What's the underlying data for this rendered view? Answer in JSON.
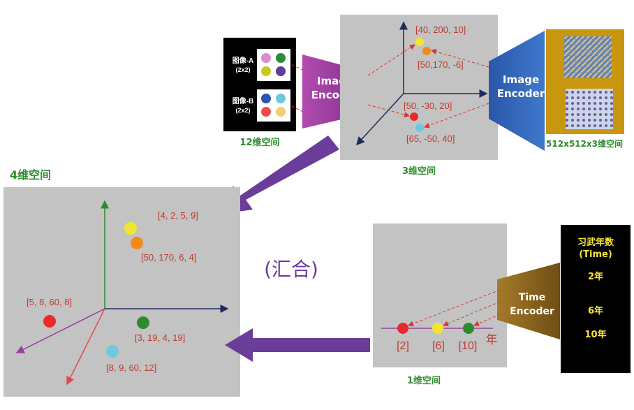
{
  "spaces": {
    "space_12d": "12维空间",
    "space_3d": "3维空间",
    "space_pixel": "512x512x3维空间",
    "space_4d": "4维空间",
    "space_1d": "1维空间"
  },
  "images": {
    "a_label": "图像-A",
    "a_size": "(2x2)",
    "b_label": "图像-B",
    "b_size": "(2x2)"
  },
  "encoders": {
    "image_encoder_left_1": "Image",
    "image_encoder_left_2": "Encoder",
    "image_encoder_right_1": "Image",
    "image_encoder_right_2": "Encoder",
    "time_encoder_1": "Time",
    "time_encoder_2": "Encoder"
  },
  "coords_3d": {
    "yellow": "[40, 200, 10]",
    "orange": "[50,170, -6]",
    "red": "[50, -30, 20]",
    "cyan": "[65, -50, 40]"
  },
  "coords_4d": {
    "yellow": "[4, 2, 5, 9]",
    "orange": "[50, 170, 6, 4]",
    "red": "[5, 8, 60, 8]",
    "green": "[3, 19, 4, 19]",
    "cyan": "[8, 9, 60, 12]"
  },
  "merge_label": "(汇合)",
  "time_panel": {
    "title_1": "习武年数",
    "title_2": "(Time)",
    "year_2": "2年",
    "year_6": "6年",
    "year_10": "10年"
  },
  "axis_1d": {
    "tick_2": "[2]",
    "tick_6": "[6]",
    "tick_10": "[10]",
    "unit": "年"
  },
  "colors": {
    "panel_gray": "#c3c3c3",
    "purple": "#6a3d9a",
    "encoder_magenta": "#9b3f9f",
    "encoder_blue": "#2f5fb0",
    "encoder_brown": "#8a6420",
    "gold": "#c8960f",
    "dashed_red": "#e03030"
  }
}
